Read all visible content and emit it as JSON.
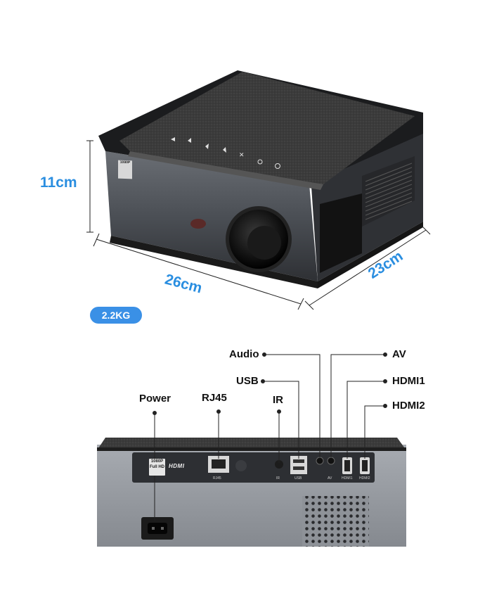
{
  "dimensions": {
    "height": "11cm",
    "width": "26cm",
    "depth": "23cm",
    "weight": "2.2KG"
  },
  "ports": {
    "audio": "Audio",
    "usb": "USB",
    "ir": "IR",
    "power": "Power",
    "rj45": "RJ45",
    "av": "AV",
    "hdmi1": "HDMI1",
    "hdmi2": "HDMI2"
  },
  "panel_marks": {
    "logo_top": "1080P",
    "logo_bottom": "Full HD",
    "hdmi_logo": "HDMI",
    "rj45": "RJ45",
    "ir": "IR",
    "usb": "USB",
    "av": "AV",
    "hdmi1": "HDMI1",
    "hdmi2": "HDMI2"
  },
  "colors": {
    "accent": "#2a8ee0",
    "body": "#4a4d52",
    "fabric": "#3a3a3a"
  }
}
